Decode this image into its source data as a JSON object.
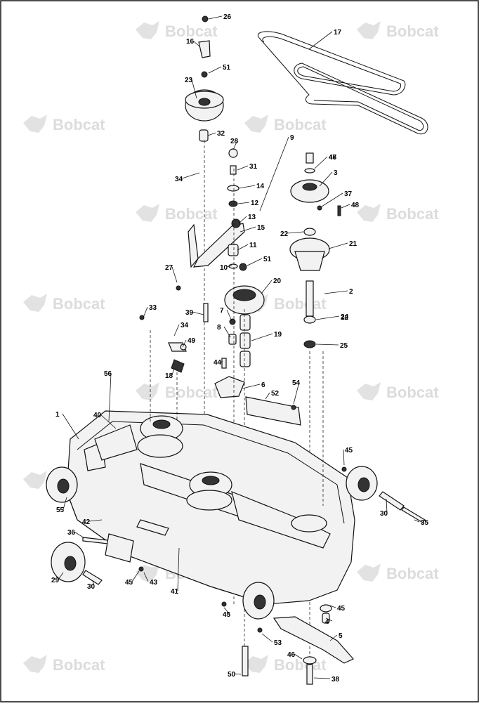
{
  "diagram": {
    "watermark_text": "Bobcat",
    "callouts": [
      "1",
      "2",
      "3",
      "4",
      "5",
      "6",
      "7",
      "8",
      "9",
      "10",
      "11",
      "12",
      "13",
      "14",
      "15",
      "16",
      "17",
      "18",
      "19",
      "20",
      "21",
      "22",
      "22",
      "23",
      "24",
      "25",
      "26",
      "27",
      "28",
      "29",
      "30",
      "30",
      "31",
      "32",
      "33",
      "34",
      "34",
      "35",
      "36",
      "37",
      "38",
      "39",
      "40",
      "41",
      "42",
      "43",
      "44",
      "45",
      "45",
      "45",
      "45",
      "46",
      "46",
      "47",
      "48",
      "49",
      "50",
      "51",
      "51",
      "52",
      "53",
      "54",
      "55",
      "56"
    ]
  }
}
